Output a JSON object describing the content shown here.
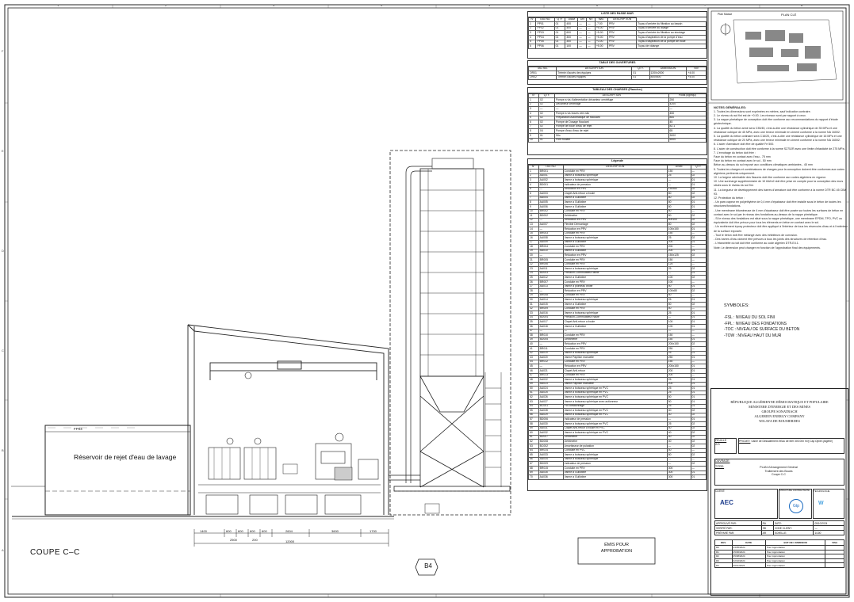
{
  "section_title": "COUPE C–C",
  "stamp": "ÉMIS POUR\nAPPROBATION",
  "tag_b4": "B4",
  "tank_label": "Réservoir de rejet d'eau de lavage",
  "fp_label": "FP04",
  "dims": [
    "1400",
    "600",
    "600",
    "600",
    "600",
    "2604",
    "3600",
    "1700",
    "2500",
    "200",
    "12000"
  ],
  "plan_cle": {
    "title": "PLAN CLÉ",
    "label": "Plan Masse"
  },
  "table_main": {
    "title": "LISTE DES PASSE MUR",
    "headers": [
      "N°",
      "TAG NO.",
      "QTY",
      "DIAM",
      "DN",
      "NV",
      "MAT.",
      "DESCRIPTION"
    ],
    "rows": [
      [
        "1",
        "PP01",
        "01",
        "400",
        "—",
        "—",
        "-7.00",
        "PRV",
        "Tuyau d'arrivée du filtration au bassin"
      ],
      [
        "2",
        "PP02",
        "01",
        "400",
        "—",
        "—",
        "+5.00",
        "PRV",
        "Tuyau d'arrivée du lavage"
      ],
      [
        "3",
        "PP03",
        "01",
        "600",
        "—",
        "—",
        "+5.00",
        "PRV",
        "Tuyau d'arrivée du filtration au stockage"
      ],
      [
        "4",
        "PP04",
        "01",
        "300",
        "—",
        "—",
        "+5.00",
        "PRV",
        "Tuyau d'aspiration de la pompe d'eau"
      ],
      [
        "5",
        "PP05",
        "01",
        "300",
        "—",
        "—",
        "+3.00",
        "PRV",
        "Tuyau d'aspiration de la pompe de boue"
      ],
      [
        "6",
        "PP06",
        "01",
        "100",
        "—",
        "—",
        "+5.00",
        "PRV",
        "Tuyau de vidange"
      ]
    ]
  },
  "table_ouvertures": {
    "title": "TABLE DES OUVERTURES",
    "headers": [
      "TAG NO.",
      "DESCRIPTION",
      "QTY.",
      "DIMENSION",
      "NIV"
    ],
    "rows": [
      [
        "OR01",
        "Trémie d'accès des équipes",
        "01",
        "1200x2000",
        "+4.00"
      ],
      [
        "OR02",
        "Trémie d'accès équipes",
        "01",
        "800x800",
        "+4.00"
      ]
    ]
  },
  "table_charges": {
    "title": "TABLEAU DES CHARGES (Plancher)",
    "headers": [
      "N°",
      "QTY.",
      "DESCRIPTION",
      "Poids (kg/équ)"
    ],
    "rows": [
      [
        "1",
        "02",
        "Pompe a vis d'alimentation décanteur centrifuge",
        "250"
      ],
      [
        "2",
        "02",
        "Décanteur centrifuge",
        "4200"
      ],
      [
        "3",
        "—",
        "—",
        "—"
      ],
      [
        "4",
        "02",
        "Pompe a vis boues vers silo",
        "450"
      ],
      [
        "5",
        "02",
        "Préparation Automatique de floculant",
        "800"
      ],
      [
        "6",
        "02",
        "Pompe de Dosage floculant",
        "45"
      ],
      [
        "7",
        "02",
        "Pompe de boue d'eau de rejet",
        "82.1"
      ],
      [
        "8",
        "04",
        "Pompe d'eau d'eau de rejet",
        "65"
      ],
      [
        "9",
        "01",
        "Silo",
        "3000"
      ],
      [
        "10",
        "01",
        "Pont roulant",
        "5000"
      ]
    ]
  },
  "legend": {
    "title": "Légende",
    "headers": [
      "N°",
      "TAG NO.",
      "DESCRIPTION",
      "DN/M",
      "QTY."
    ],
    "rows": [
      [
        "1",
        "BR001",
        "Conduite en PRV",
        "150",
        "—"
      ],
      [
        "2",
        "AA001",
        "Vanne a boisseau sphérique",
        "25",
        "02"
      ],
      [
        "3",
        "AA002",
        "Vanne a boisseau sphérique",
        "—",
        "01"
      ],
      [
        "4",
        "BD001",
        "Indicateur de pression",
        "—",
        "01"
      ],
      [
        "5",
        "—",
        "Réduction en PRV",
        "150x80",
        "02"
      ],
      [
        "6",
        "AA003",
        "Clapet Anti-retour a boule",
        "80",
        "02"
      ],
      [
        "7",
        "AA004",
        "Vanne a Guillotine",
        "80",
        "02"
      ],
      [
        "8",
        "AA005",
        "Vanne a Guillotine",
        "80",
        "01"
      ],
      [
        "9",
        "AA006",
        "Vanne a Guillotine",
        "80",
        "01"
      ],
      [
        "10",
        "BR002",
        "Conduite en PRV",
        "80",
        "—"
      ],
      [
        "11",
        "BD002",
        "Débitmètre",
        "80",
        "02"
      ],
      [
        "12",
        "—",
        "Réduction en PRV",
        "80x100",
        "02"
      ],
      [
        "13",
        "AA007",
        "Flexible Démontage",
        "80",
        "02"
      ],
      [
        "14",
        "—",
        "Réduction en PRV",
        "100x150",
        "01"
      ],
      [
        "15",
        "BR003",
        "Conduite en PRV",
        "150",
        "—"
      ],
      [
        "16",
        "AA008",
        "Vanne a boisseau sphérique",
        "25",
        "02"
      ],
      [
        "17",
        "AA009",
        "Vanne a Guillotine",
        "200",
        "01"
      ],
      [
        "18",
        "BR004",
        "Conduite en PRV",
        "200",
        "—"
      ],
      [
        "19",
        "AA010",
        "Vanne a Guillotine",
        "200",
        "01"
      ],
      [
        "20",
        "—",
        "Réduction en PRV",
        "150x125",
        "02"
      ],
      [
        "21",
        "BR005",
        "Conduite en PRV",
        "150",
        "—"
      ],
      [
        "22",
        "BR006",
        "Conduite en PRV",
        "125",
        "—"
      ],
      [
        "23",
        "AA011",
        "Vanne a boisseau sphérique",
        "25",
        "02"
      ],
      [
        "24",
        "BD003",
        "Pression-Commutateur faible",
        "—",
        "01"
      ],
      [
        "25",
        "AA012",
        "Vanne a Guillotine",
        "100",
        "02"
      ],
      [
        "26",
        "BR007",
        "Conduite en PRV",
        "100",
        "—"
      ],
      [
        "27",
        "AA013",
        "Vanne a pointeau droite",
        "50",
        "01"
      ],
      [
        "28",
        "—",
        "Réduction en PRV",
        "100x80",
        "02"
      ],
      [
        "29",
        "BR008",
        "Conduite en PRV",
        "50",
        "—"
      ],
      [
        "30",
        "AA014",
        "Vanne a boisseau sphérique",
        "25",
        "01"
      ],
      [
        "31",
        "AA015",
        "Vanne a Guillotine",
        "50",
        "02"
      ],
      [
        "32",
        "BR009",
        "Conduite en PRV",
        "50",
        "—"
      ],
      [
        "33",
        "AA016",
        "Vanne a boisseau sphérique",
        "25",
        "01"
      ],
      [
        "34",
        "BD004",
        "Pression-Commutateur haute",
        "—",
        "01"
      ],
      [
        "35",
        "AA017",
        "Clapet Anti-retour a boule",
        "100",
        "01"
      ],
      [
        "36",
        "AA018",
        "Vanne a Guillotine",
        "100",
        "01"
      ],
      [
        "37",
        "—",
        "—",
        "—",
        "—"
      ],
      [
        "38",
        "BR010",
        "Conduite en PRV",
        "150",
        "—"
      ],
      [
        "39",
        "BD005",
        "Débitmètre",
        "150",
        "01"
      ],
      [
        "40",
        "—",
        "Réduction en PRV",
        "200x150",
        "02"
      ],
      [
        "41",
        "BR011",
        "Conduite en PRV",
        "250",
        "—"
      ],
      [
        "42",
        "AA019",
        "Vanne a boisseau sphérique",
        "25",
        "01"
      ],
      [
        "43",
        "AA020",
        "Vanne Papillon manuelle",
        "250",
        "01"
      ],
      [
        "44",
        "BR012",
        "Conduite en PRV",
        "150",
        "—"
      ],
      [
        "45",
        "—",
        "Réduction en PRV",
        "200x150",
        "01"
      ],
      [
        "46",
        "AA021",
        "Clapet Anti-retour",
        "200",
        "01"
      ],
      [
        "47",
        "BR013",
        "Conduite en PRV",
        "200",
        "—"
      ],
      [
        "48",
        "AA022",
        "Vanne a boisseau sphérique",
        "25",
        "01"
      ],
      [
        "49",
        "AA023",
        "Vanne Papillon manuelle",
        "200",
        "01"
      ],
      [
        "50",
        "AA024",
        "Vanne a boisseau sphérique en PVC",
        "25",
        "01"
      ],
      [
        "51",
        "AA025",
        "Vanne a boisseau sphérique en PVC",
        "25",
        "01"
      ],
      [
        "52",
        "AA026",
        "Vanne a boisseau sphérique en PVC",
        "50",
        "01"
      ],
      [
        "53",
        "AA027",
        "Vanne a boisseau sphérique avec actionneur",
        "50",
        "01"
      ],
      [
        "54",
        "BC001",
        "Pot d'étalonnage",
        "25",
        "01"
      ],
      [
        "55",
        "AA028",
        "Vanne a boisseau sphérique en PVC",
        "40",
        "02"
      ],
      [
        "56",
        "AA029",
        "Vanne a boisseau sphérique en PVC",
        "40",
        "02"
      ],
      [
        "57",
        "BD006",
        "Indicateur de pression",
        "—",
        "01"
      ],
      [
        "58",
        "AA030",
        "Vanne a boisseau sphérique en PVC",
        "25",
        "02"
      ],
      [
        "59",
        "AA031",
        "Clapet Anti-retour a boule en PVC",
        "40",
        "02"
      ],
      [
        "60",
        "AA032",
        "Vanne a boisseau sphérique en PVC",
        "40",
        "02"
      ],
      [
        "61",
        "BD007",
        "Débitmètre",
        "40",
        "02"
      ],
      [
        "62",
        "BD008",
        "Débitmètre",
        "40",
        "02"
      ],
      [
        "63",
        "BC002",
        "Amortisseur de pulsation",
        "—",
        "02"
      ],
      [
        "64",
        "BR014",
        "Conduite en PVC",
        "40",
        "—"
      ],
      [
        "65",
        "AA033",
        "Vanne a boisseau sphérique",
        "80",
        "02"
      ],
      [
        "66",
        "AA034",
        "Vanne a boisseau sphérique",
        "—",
        "—"
      ],
      [
        "67",
        "BD009",
        "Indicateur de pression",
        "—",
        "02"
      ],
      [
        "68",
        "BR015",
        "Conduite en PRV",
        "300",
        "—"
      ],
      [
        "69",
        "AA035",
        "Vanne a Guillotine",
        "300",
        "01"
      ],
      [
        "70",
        "AA036",
        "Vanne a Guillotine",
        "300",
        "01"
      ]
    ]
  },
  "notes": {
    "title": "NOTES GÉNÉRALES:",
    "lines": [
      "1. Toutes les dimensions sont exprimées en mètres, sauf indication contraire.",
      "2. Le niveau du sol fini est de +0.00. Les niveaux sont par rapport à ceux.",
      "3. La nappe phréatique de conception doit être conforme aux recommandations du rapport d'étude géotechnique.",
      "4. La qualité du béton armé sera C35/45, c'est-à-dire une résistance cylindrique de 35 MPa et une résistance cubique de 45 MPa, avec une teneur minimale en ciment conforme à la norme NA 16002.",
      "5. La qualité du béton ordinaire sera C16/20, c'est-à-dire une résistance cylindrique de 16 MPa et une résistance cubique de 20 MPa, avec une teneur minimale en ciment conforme à la norme NA 16002.",
      "6. L'acier d'armature doit être de qualité Fe 500.",
      "8. L'acier de construction doit être conforme à la norme S275JR avec une limite d'élasticité de 275 MPa.",
      "7. L'enrobage du béton doit être :",
      "Face du béton en contact avec l'eau - 75 mm",
      "Face du béton en contact avec le sol - 50 mm",
      "Béton au-dessus du sol exposé aux conditions climatiques ambiantes - 45 mm",
      "9. Toutes les charges et combinaisons de charges pour la conception doivent être conformes aux codes algériens pertinents uniquement.",
      "10. La largeur admissible des fissures doit être conforme aux codes algériens en vigueur.",
      "10. Une surcharge supplémentaire de 10 kN/m2 doit être prise en compte pour la conception des murs situés sous le niveau du sol fini.",
      "11. La longueur de développement des barres d'armature doit être conforme à la norme DTR BC 45 CBA 93.",
      "12. Protection du béton :",
      "- Un pare-vapeur en polyéthylène de 0,4 mm d'épaisseur doit être installé sous le béton de toutes les structures/fondations.",
      "- Une membrane bitumineuse de 4 mm d'épaisseur doit être posée sur toutes les surfaces de béton en contact avec le sol par le niveau des fondations au-dessus de la nappe phréatique.",
      "- Si le niveau des fondations est situé sous la nappe phréatique, une membrane EPDM, TPO, PVC ou équivalente doit être prévue pour tous les éléments en béton en contact avec le sol.",
      "- Un revêtement époxy protecteur doit être appliqué à l'intérieur de tous les réservoirs d'eau et à l'extérieur de la surface exposée.",
      "- Tout le béton doit être mélangé avec des inhibiteurs de corrosion.",
      "- Des barres d'eau doivent être prévues à tous les joints des structures de rétention d'eau.",
      "- L'étanchéité du toit doit être conforme au code algérien DTR-E4.1.",
      "Note: Le dimension peut changer en fonction de l'approbation final des équipements."
    ]
  },
  "symbols": {
    "title": "SYMBOLES:",
    "items": [
      "-FSL : NIVEAU DU SOL FINI",
      "-FPL : NIVEAU DES FONDATIONS",
      "-TOC : NIVEAU DE SURFACE DU BETON",
      "-TOW : NIVEAU HAUT DU MUR"
    ]
  },
  "title_block": {
    "org": [
      "RÉPUBLIQUE ALGÉRIENNE DÉMOCRATIQUE ET POPULAIRE",
      "MINISTERE D'ENERGIE ET DES MINES",
      "GROUPE SONATRACH",
      "ALGERIEN ENERGY COMPANY",
      "WILAYA DE BOUMERDES"
    ],
    "feuille_label": "FEUILLE",
    "feuille": "2/3",
    "projet_label": "PROJET:",
    "projet": "Usine de Dessalement d'Eau de Mer 300.000 m³/j Cap Djinet (Algérie)",
    "ouvrage_label": "OUVRAGE:",
    "titre_label": "TITRE:",
    "titre": [
      "PLAN d'Arrangement Général",
      "Traitement des Boues",
      "Coupe C-C"
    ],
    "client_label": "CLIENT:",
    "structure_label": "STRUCTURE CONTRACTANTE",
    "techno_label": "TECHNOLOGIE",
    "aec": "AEC",
    "gtp": "Gtp",
    "rows": [
      [
        "APPROUVÉ PAR:",
        "RA",
        "DATE:",
        "05/10/2024"
      ],
      [
        "VERIFIÉ PAR:",
        "SB",
        "CODE CLIENT:",
        "—"
      ],
      [
        "PRÉPARÉ PAR:",
        "AR",
        "ECHELLE:",
        "1/100"
      ]
    ],
    "rev_headers": [
      "REV",
      "DATE",
      "BUT DE L'EMISSION",
      "VISA"
    ],
    "revs": [
      [
        "R0",
        "23/05/2024",
        "Pour Approbation",
        ""
      ],
      [
        "R1",
        "25/06/2024",
        "Pour Approbation",
        ""
      ],
      [
        "R2",
        "05/08/2024",
        "Pour Approbation",
        ""
      ],
      [
        "R3",
        "02/10/2024",
        "Pour Approbation",
        ""
      ],
      [
        "R4",
        "20/11/2024",
        "Pour Approbation",
        ""
      ]
    ]
  },
  "grid_letters": [
    "A",
    "B",
    "C",
    "D",
    "E",
    "F"
  ],
  "grid_numbers": [
    "1",
    "2",
    "3",
    "4",
    "5",
    "6",
    "7",
    "8"
  ]
}
